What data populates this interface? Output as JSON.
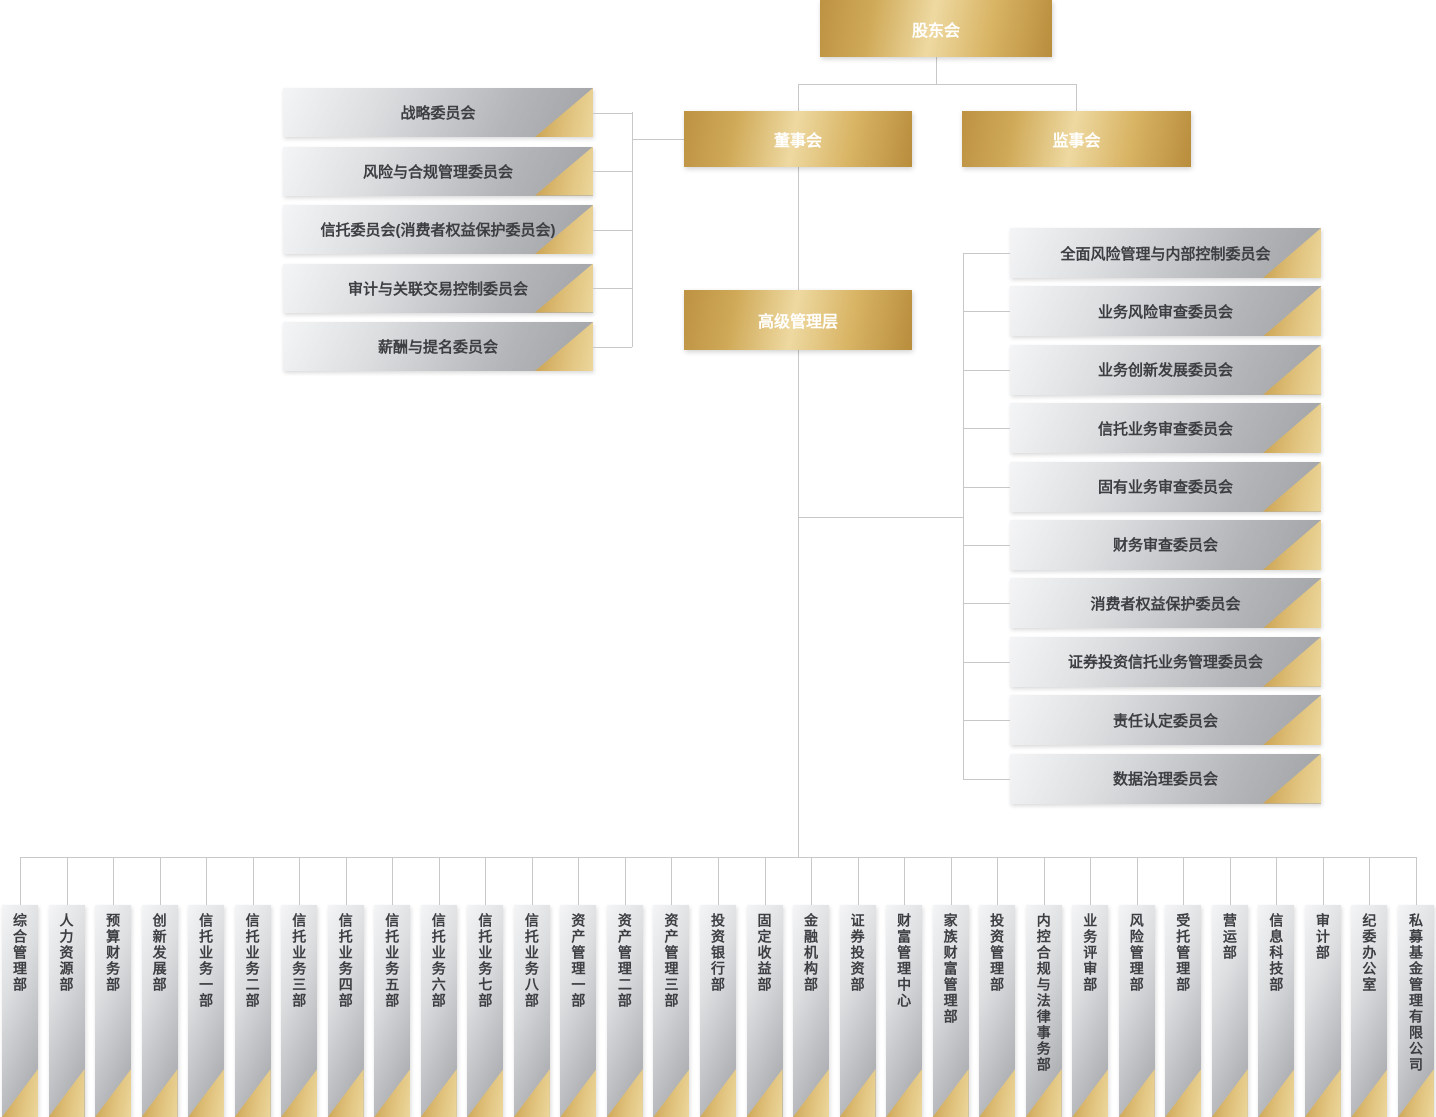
{
  "colors": {
    "gold": "#c9a14d",
    "gold_light": "#f0dfab",
    "silver": "#c5c7cb",
    "silver_light": "#f4f5f6",
    "connector_line": "#c8c8c8",
    "text_on_gold": "#ffffff",
    "text_on_silver": "#3c3e41"
  },
  "top_node": {
    "label": "股东会"
  },
  "level2": {
    "board": {
      "label": "董事会"
    },
    "supervisory": {
      "label": "监事会"
    }
  },
  "management_node": {
    "label": "高级管理层"
  },
  "board_committees": [
    "战略委员会",
    "风险与合规管理委员会",
    "信托委员会(消费者权益保护委员会)",
    "审计与关联交易控制委员会",
    "薪酬与提名委员会"
  ],
  "management_committees": [
    "全面风险管理与内部控制委员会",
    "业务风险审查委员会",
    "业务创新发展委员会",
    "信托业务审查委员会",
    "固有业务审查委员会",
    "财务审查委员会",
    "消费者权益保护委员会",
    "证券投资信托业务管理委员会",
    "责任认定委员会",
    "数据治理委员会"
  ],
  "departments": [
    "综合管理部",
    "人力资源部",
    "预算财务部",
    "创新发展部",
    "信托业务一部",
    "信托业务二部",
    "信托业务三部",
    "信托业务四部",
    "信托业务五部",
    "信托业务六部",
    "信托业务七部",
    "信托业务八部",
    "资产管理一部",
    "资产管理二部",
    "资产管理三部",
    "投资银行部",
    "固定收益部",
    "金融机构部",
    "证券投资部",
    "财富管理中心",
    "家族财富管理部",
    "投资管理部",
    "内控合规与法律事务部",
    "业务评审部",
    "风险管理部",
    "受托管理部",
    "营运部",
    "信息科技部",
    "审计部",
    "纪委办公室",
    "私募基金管理有限公司"
  ]
}
